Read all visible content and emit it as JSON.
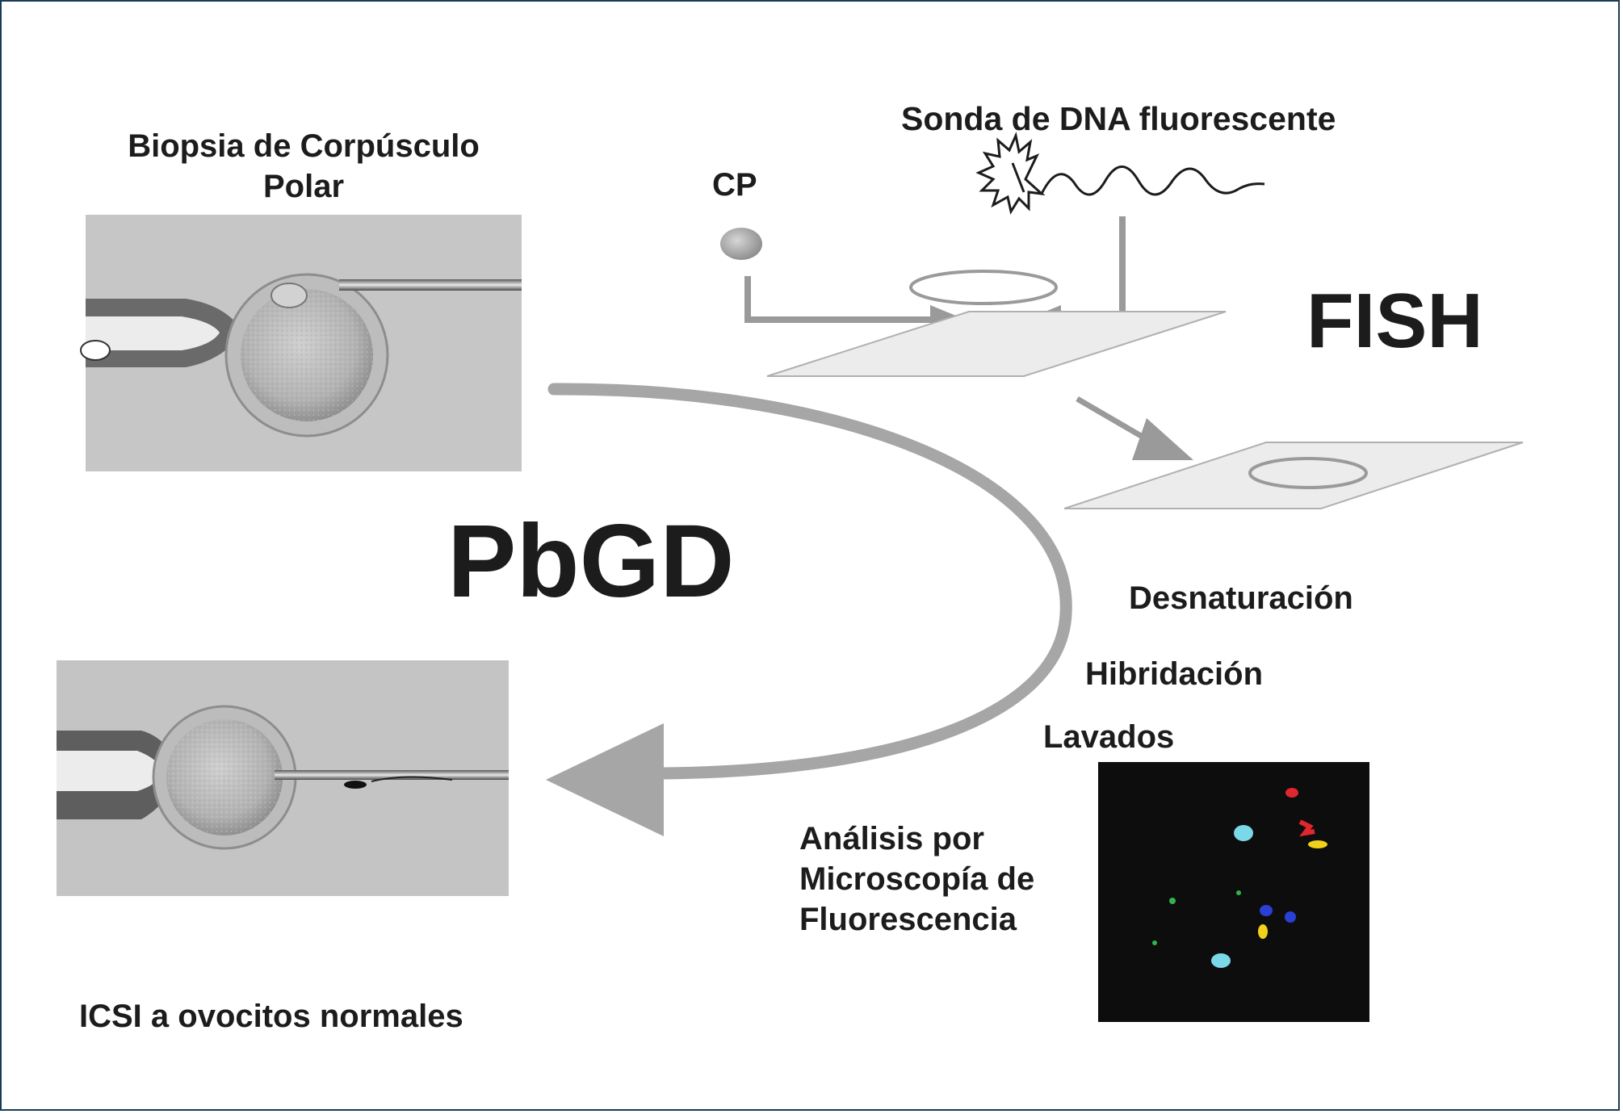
{
  "labels": {
    "biopsy_line1": "Biopsia de Corpúsculo",
    "biopsy_line2": "Polar",
    "probe": "Sonda de DNA fluorescente",
    "cp": "CP",
    "fish": "FISH",
    "pbgd": "PbGD",
    "denaturation": "Desnaturación",
    "hybridization": "Hibridación",
    "washes": "Lavados",
    "analysis_line1": "Análisis por",
    "analysis_line2": "Microscopía de",
    "analysis_line3": "Fluorescencia",
    "icsi": "ICSI a ovocitos normales"
  },
  "colors": {
    "frame": "#1a3c52",
    "text": "#1c1c1c",
    "cycle_arrow": "#a6a6a6",
    "flow_arrow": "#9a9a9a",
    "microscopy_bg": "#0d0d0d",
    "photo_bg": "#c4c4c4",
    "signal_red": "#e0262e",
    "signal_yellow": "#f2d11a",
    "signal_green": "#2fb54a",
    "signal_cyan": "#7ad8e8",
    "signal_blue": "#2a3fd6"
  },
  "icons": {
    "probe": "starburst-with-wavy-dna-strand",
    "cp": "small-grey-sphere"
  }
}
